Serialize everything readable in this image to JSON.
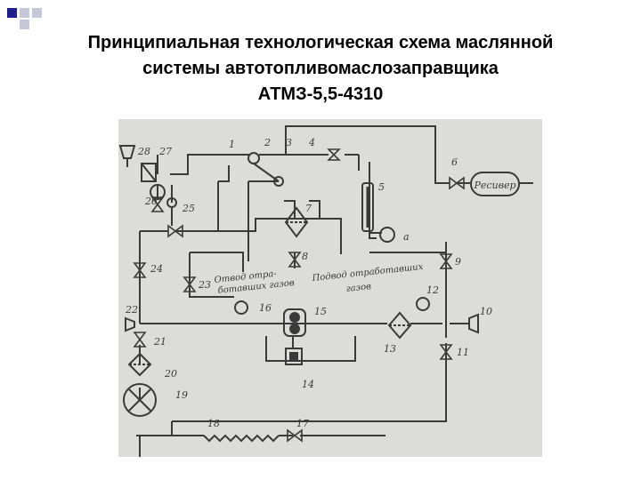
{
  "slide": {
    "title_lines": [
      "Принципиальная технологическая схема маслянной",
      "системы автотопливомаслозаправщика",
      "АТМЗ-5,5-4310"
    ]
  },
  "colors": {
    "accent": "#1f1f8f",
    "scheme_bg": "#dcdcda",
    "line": "#3a3a3a"
  },
  "diagram": {
    "receiver_label": "Ресивер",
    "exhaust_outlet_label": [
      "Отвод отра-",
      "ботавших газов"
    ],
    "exhaust_inlet_label": [
      "Подвод отработавших",
      "газов"
    ],
    "gauge_a_label": "а",
    "numbers": [
      "1",
      "2",
      "3",
      "4",
      "5",
      "6",
      "7",
      "8",
      "9",
      "10",
      "11",
      "12",
      "13",
      "14",
      "15",
      "16",
      "17",
      "18",
      "19",
      "20",
      "21",
      "22",
      "23",
      "24",
      "25",
      "26",
      "27",
      "28"
    ]
  }
}
